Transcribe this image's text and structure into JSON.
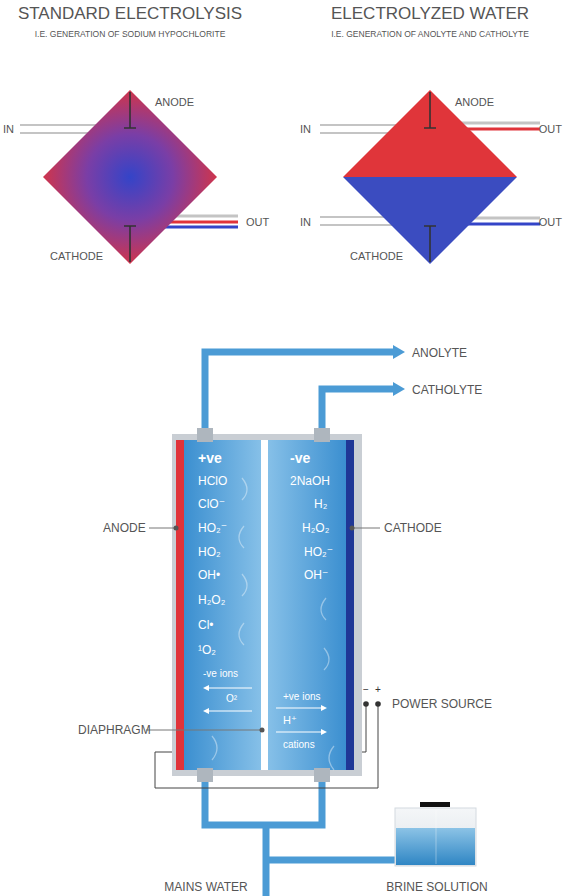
{
  "diagram": {
    "nodes": [
      {
        "text": [
          "+ve",
          "HClO",
          "ClO⁻",
          "HO₂⁻",
          "HO₂",
          "OH•",
          "H₂O₂",
          "Cl•",
          "¹O₂",
          "-ve ions",
          "O²"
        ]
      },
      {
        "text": [
          "-ve",
          "2NaOH",
          "H₂",
          "H₂O₂",
          "HO₂⁻",
          "OH⁻",
          "+ve ions",
          "H⁺",
          "cations"
        ]
      }
    ],
    "labels": [
      "STANDARD ELECTROLYSIS",
      "I.E. GENERATION OF SODIUM HYPOCHLORITE",
      "ANODE",
      "IN",
      "CATHODE",
      "OUT",
      "ELECTROLYZED WATER",
      "I.E. GENERATION OF ANOLYTE AND CATHOLYTE",
      "ANODE",
      "IN",
      "OUT",
      "IN",
      "CATHODE",
      "OUT",
      "ANOLYTE",
      "CATHOLYTE",
      "ANODE",
      "CATHODE",
      "DIAPHRAGM",
      "−",
      "+",
      "POWER SOURCE",
      "MAINS WATER",
      "BRINE SOLUTION"
    ]
  }
}
